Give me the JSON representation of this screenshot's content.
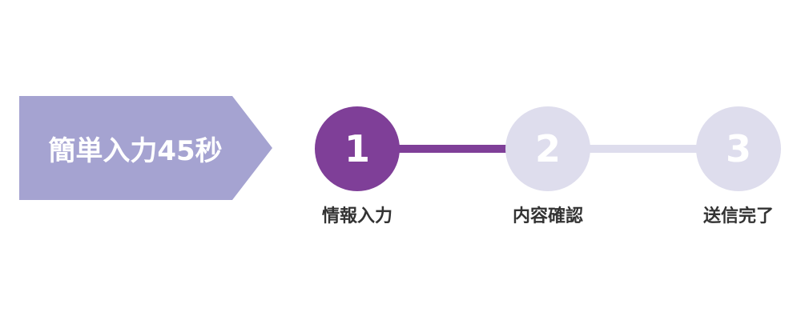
{
  "badge": {
    "label": "簡単入力45秒",
    "color": "#a5a3d1"
  },
  "colors": {
    "active": "#7f3f98",
    "inactive": "#dedded",
    "label_text": "#333333"
  },
  "steps": [
    {
      "number": "1",
      "label": "情報入力",
      "state": "active"
    },
    {
      "number": "2",
      "label": "内容確認",
      "state": "inactive"
    },
    {
      "number": "3",
      "label": "送信完了",
      "state": "inactive"
    }
  ],
  "connectors": [
    {
      "state": "active"
    },
    {
      "state": "inactive"
    }
  ]
}
